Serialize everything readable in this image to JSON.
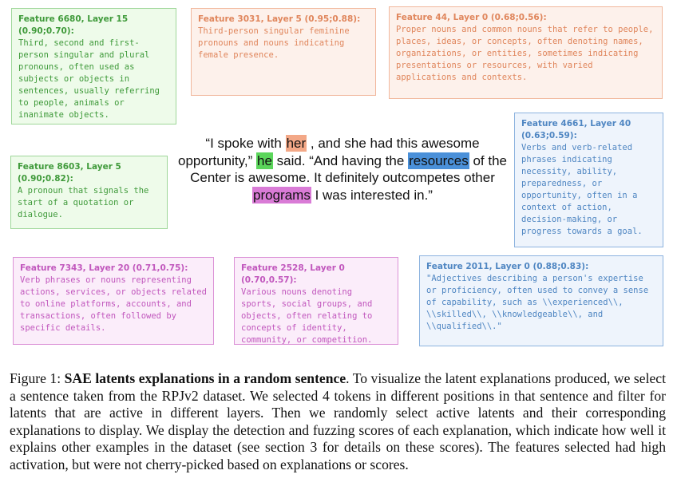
{
  "features": [
    {
      "id": "f6680",
      "title": "Feature 6680, Layer 15 (0.90;0.70):",
      "text": "Third, second and first-person singular and plural pronouns, often used as subjects or objects in sentences, usually referring to people, animals or inanimate objects."
    },
    {
      "id": "f3031",
      "title": "Feature 3031, Layer 5 (0.95;0.88):",
      "text": "Third-person singular feminine pronouns and nouns indicating female presence."
    },
    {
      "id": "f44",
      "title": "Feature 44, Layer 0 (0.68;0.56):",
      "text": "Proper nouns and common nouns that refer to people, places, ideas, or concepts, often denoting names, organizations, or entities, sometimes indicating presentations or resources, with varied applications and contexts."
    },
    {
      "id": "f8603",
      "title": "Feature 8603, Layer 5 (0.90;0.82):",
      "text": "A pronoun that signals the start of a quotation or dialogue."
    },
    {
      "id": "f4661",
      "title": "Feature 4661, Layer 40 (0.63;0.59):",
      "text": "Verbs and verb-related phrases indicating necessity, ability, preparedness, or opportunity, often in a context of action, decision-making, or progress towards a goal."
    },
    {
      "id": "f7343",
      "title": "Feature 7343, Layer 20 (0.71,0.75):",
      "text": "Verb phrases or nouns representing actions, services, or objects related to online platforms, accounts, and transactions, often followed by specific details."
    },
    {
      "id": "f2528",
      "title": "Feature 2528, Layer 0 (0.70,0.57):",
      "text": "Various nouns denoting sports, social groups, and objects, often relating to concepts of identity, community, or competition."
    },
    {
      "id": "f2011",
      "title": "Feature 2011, Layer 0 (0.88;0.83):",
      "text": "\"Adjectives describing a person's expertise or proficiency, often used to convey a sense of capability, such as \\\\experienced\\\\, \\\\skilled\\\\, \\\\knowledgeable\\\\, and \\\\qualified\\\\.\""
    }
  ],
  "sentence": {
    "s1": "“I spoke with ",
    "tok_her": "her",
    "s2": " , and she had this awesome opportunity,” ",
    "tok_he": "he",
    "s3": " said. “And having the ",
    "tok_resources": "resources",
    "s4": " of the Center is awesome. It definitely outcompetes other ",
    "tok_programs": "programs",
    "s5": " I was interested in.”"
  },
  "caption": {
    "label": "Figure 1: ",
    "title": "SAE latents explanations in a random sentence",
    "body": ". To visualize the latent explanations produced, we select a sentence taken from the RPJv2 dataset. We selected 4 tokens in different positions in that sentence and filter for latents that are active in different layers. Then we randomly select active latents and their corresponding explanations to display. We display the detection and fuzzing scores of each explanation, which indicate how well it explains other examples in the dataset (see section 3 for details on these scores). The features selected had high activation, but were not cherry-picked based on explanations or scores."
  },
  "colors": {
    "green": "#3f9a3a",
    "orange": "#e0865c",
    "pink": "#c157bd",
    "blue": "#4f86c2",
    "hl_orange": "#f3a887",
    "hl_green": "#5bd65b",
    "hl_blue": "#4a90d9",
    "hl_pink": "#d97bd6"
  }
}
